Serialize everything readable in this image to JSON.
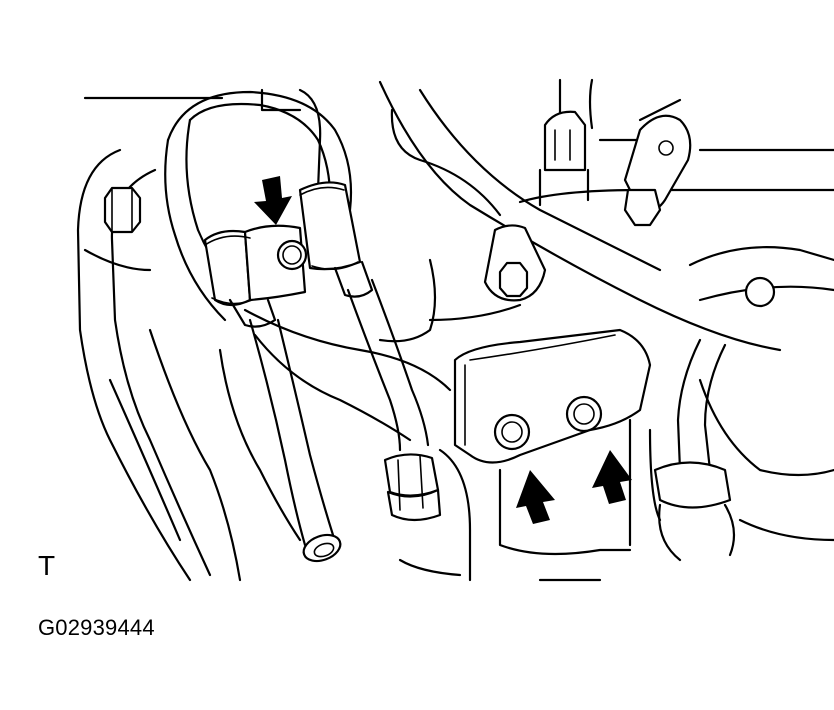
{
  "labels": {
    "view_letter": "T",
    "figure_code": "G02939444"
  },
  "colors": {
    "line": "#000000",
    "background": "#ffffff"
  },
  "callouts": [
    {
      "name": "arrow-bolt-hose-clamp",
      "icon": "arrow-down-icon"
    },
    {
      "name": "arrow-bolt-bracket-left",
      "icon": "arrow-up-icon"
    },
    {
      "name": "arrow-bolt-bracket-right",
      "icon": "arrow-up-icon"
    }
  ]
}
